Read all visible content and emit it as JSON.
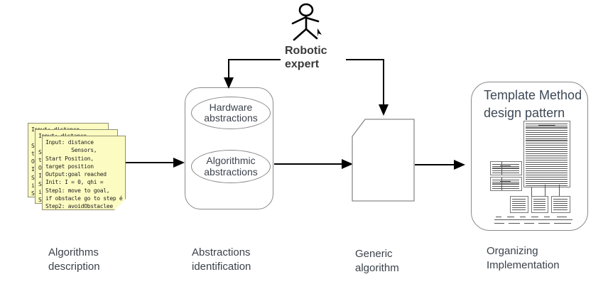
{
  "colors": {
    "note-fill": "#fcfcc2",
    "note-border": "#8f8f74",
    "note-fold": "#d8d893",
    "shape-border": "#8a8a8a",
    "line": "#000000",
    "text-primary": "#3b424a",
    "text-bold": "#3a3a3a",
    "title-color": "#3d4956"
  },
  "notes": {
    "text": "Input: distance\n        Sensors,\nStart Position,\ntarget position\nOutput:goal reached\nInit: I = 0, qhi =\nStep1: move to goal,\nif obstacle go to step é\nStep2: avoidObstaclee"
  },
  "actor": {
    "label": "Robotic expert"
  },
  "abstractions_box": {
    "hardware_label": "Hardware abstractions",
    "algorithmic_label": "Algorithmic abstractions"
  },
  "template_box": {
    "title": "Template Method design pattern"
  },
  "captions": {
    "algorithms": "Algorithms description",
    "abstractions": "Abstractions identification",
    "generic": "Generic algorithm",
    "organizing": "Organizing Implementation"
  }
}
